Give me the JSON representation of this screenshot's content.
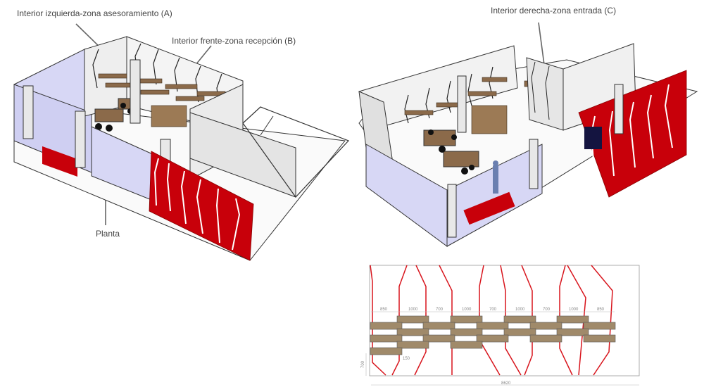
{
  "annotations": {
    "left_interior": "Interior izquierda-zona asesoramiento (A)",
    "front_interior": "Interior frente-zona recepción (B)",
    "right_interior": "Interior derecha-zona entrada (C)",
    "floor_plan": "Planta"
  },
  "elevation": {
    "segments": [
      "850",
      "1000",
      "700",
      "1000",
      "700",
      "1000",
      "700",
      "1000",
      "850"
    ],
    "height_dim": "700",
    "gap_dim": "150",
    "total_width": "8620"
  },
  "colors": {
    "accent_red": "#c8000a",
    "wood": "#a08a6a",
    "glass": "#d7d7f5",
    "wall": "#e6e6e6"
  }
}
